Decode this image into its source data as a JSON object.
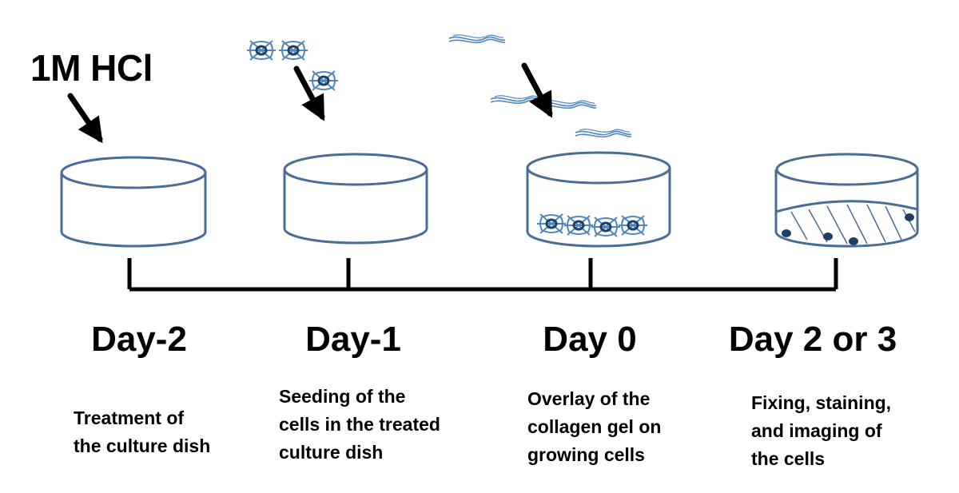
{
  "reagent_label": "1M HCl",
  "colors": {
    "dish_outline": "#4a6d96",
    "cell_blue": "#4f86bd",
    "cell_dark": "#1f3f66",
    "timeline": "#000000"
  },
  "steps": [
    {
      "day": "Day-2",
      "description": [
        "Treatment of",
        "the culture dish"
      ]
    },
    {
      "day": "Day-1",
      "description": [
        "Seeding of the",
        "cells in the treated",
        "culture dish"
      ]
    },
    {
      "day": "Day 0",
      "description": [
        "Overlay of the",
        "collagen gel on",
        "growing cells"
      ]
    },
    {
      "day": "Day 2 or 3",
      "description": [
        "Fixing, staining,",
        "and imaging of",
        "the cells"
      ]
    }
  ]
}
